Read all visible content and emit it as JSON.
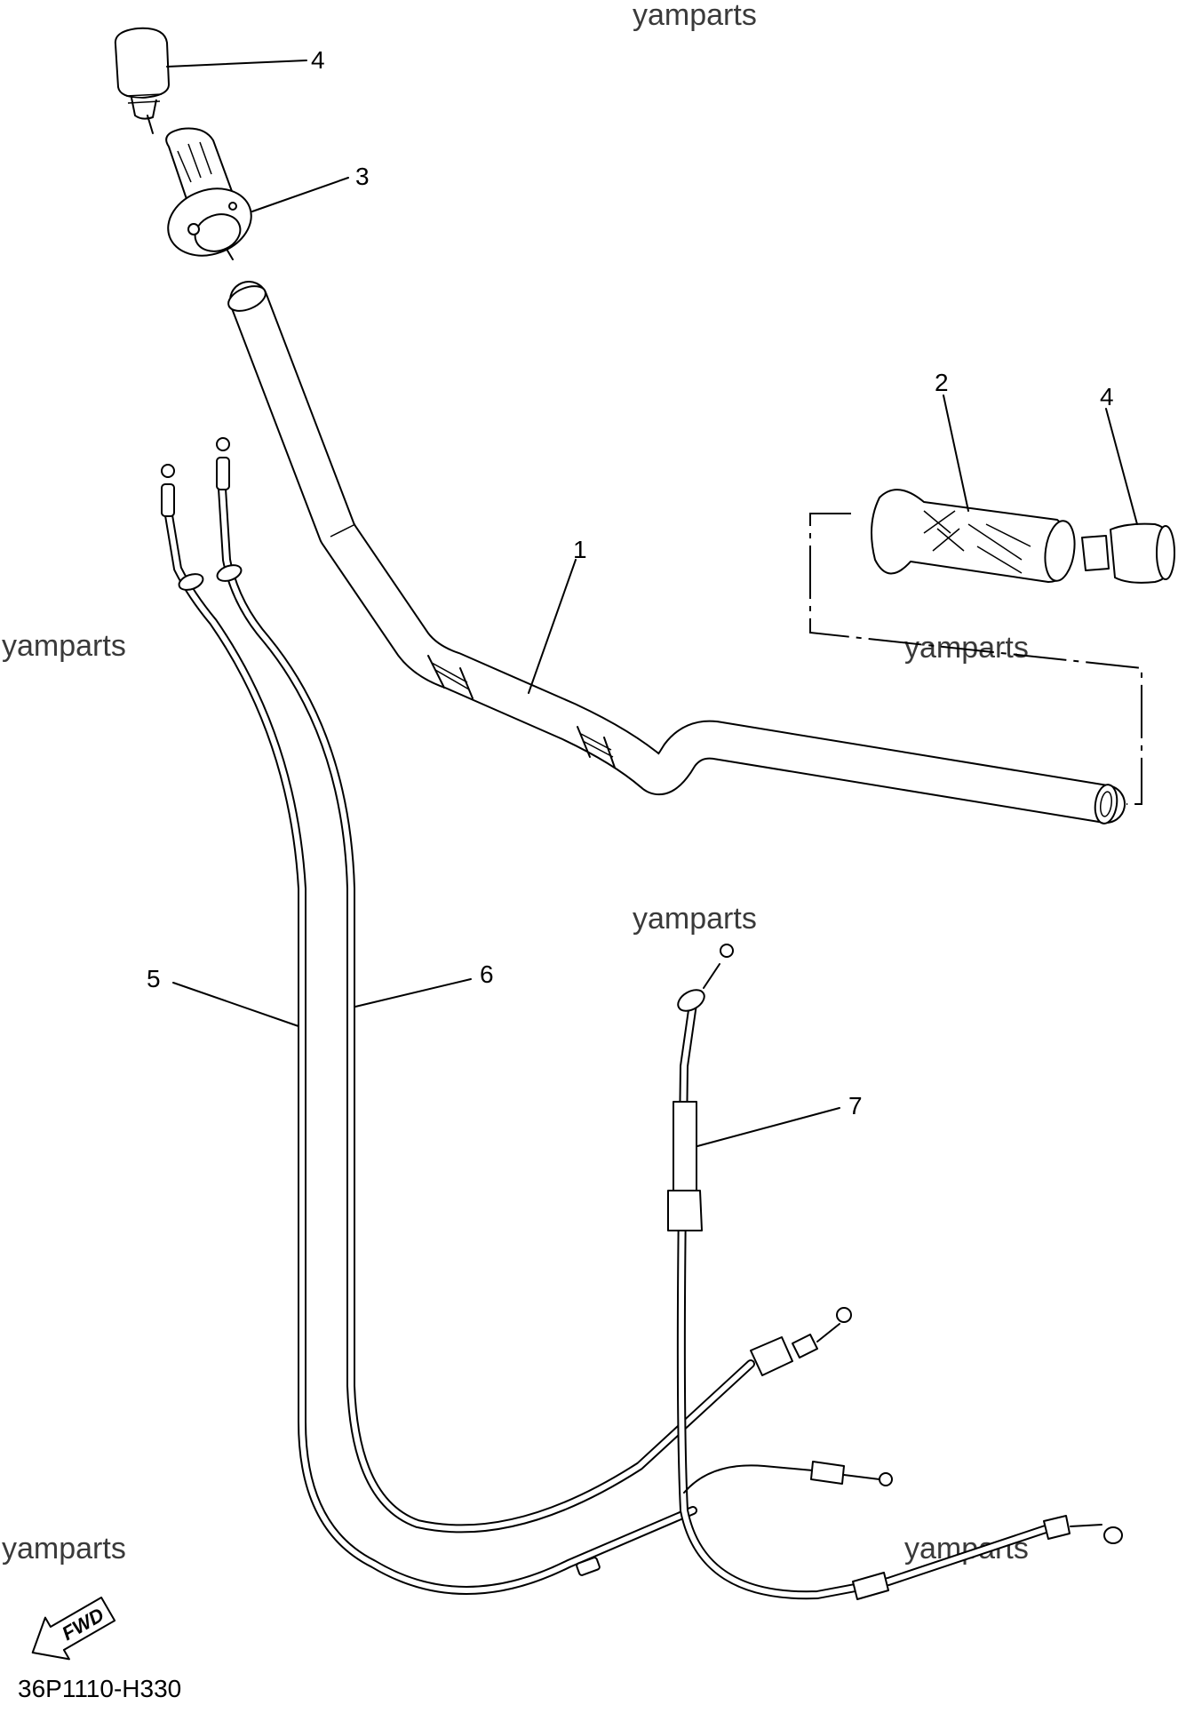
{
  "watermarks": [
    "yamparts",
    "yamparts",
    "yamparts",
    "yamparts",
    "yamparts",
    "yamparts"
  ],
  "callouts": [
    "1",
    "2",
    "3",
    "4",
    "4",
    "5",
    "6",
    "7"
  ],
  "fwd_label": "FWD",
  "diagram_code": "36P1110-H330",
  "icons": [
    "fwd-arrow-icon"
  ]
}
